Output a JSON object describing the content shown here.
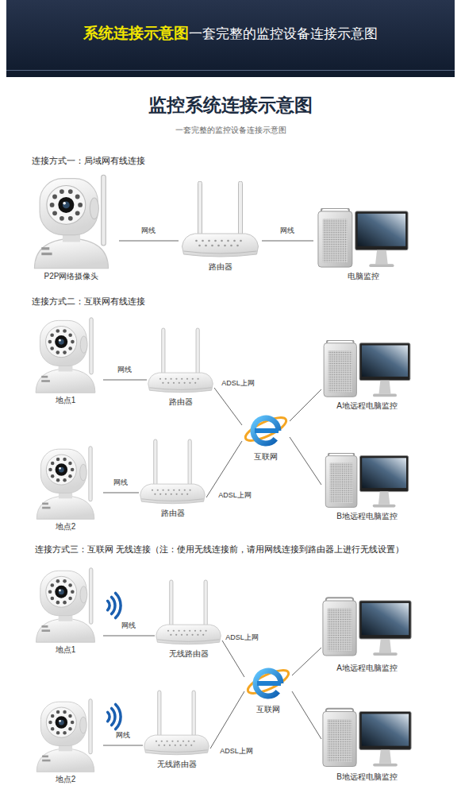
{
  "diagram": {
    "title": "监控系统连接示意图",
    "nodes": [
      {
        "text": [
          "P2P网络摄像头"
        ]
      },
      {
        "text": [
          "路由器"
        ]
      },
      {
        "text": [
          "电脑监控"
        ]
      },
      {
        "text": [
          "地点1"
        ]
      },
      {
        "text": [
          "路由器"
        ]
      },
      {
        "text": [
          "A地远程电脑监控"
        ]
      },
      {
        "text": [
          "互联网"
        ]
      },
      {
        "text": [
          "地点2"
        ]
      },
      {
        "text": [
          "路由器"
        ]
      },
      {
        "text": [
          "B地远程电脑监控"
        ]
      },
      {
        "text": [
          "地点1"
        ]
      },
      {
        "text": [
          "无线路由器"
        ]
      },
      {
        "text": [
          "A地远程电脑监控"
        ]
      },
      {
        "text": [
          "互联网"
        ]
      },
      {
        "text": [
          "地点2"
        ]
      },
      {
        "text": [
          "无线路由器"
        ]
      },
      {
        "text": [
          "B地远程电脑监控"
        ]
      }
    ],
    "edges": [
      {
        "from": 0,
        "to": 1,
        "label": "网线",
        "arrow": "none"
      },
      {
        "from": 1,
        "to": 2,
        "label": "网线",
        "arrow": "none"
      },
      {
        "from": 3,
        "to": 4,
        "label": "网线",
        "arrow": "none"
      },
      {
        "from": 4,
        "to": 6,
        "label": "ADSL上网",
        "arrow": "none"
      },
      {
        "from": 6,
        "to": 5,
        "arrow": "none"
      },
      {
        "from": 6,
        "to": 9,
        "arrow": "none"
      },
      {
        "from": 7,
        "to": 8,
        "label": "网线",
        "arrow": "none"
      },
      {
        "from": 8,
        "to": 6,
        "label": "ADSL上网",
        "arrow": "none"
      },
      {
        "from": 10,
        "to": 11,
        "label": "网线",
        "arrow": "none"
      },
      {
        "from": 11,
        "to": 13,
        "label": "ADSL上网",
        "arrow": "none"
      },
      {
        "from": 13,
        "to": 12,
        "arrow": "none"
      },
      {
        "from": 13,
        "to": 16,
        "arrow": "none"
      },
      {
        "from": 14,
        "to": 15,
        "label": "网线",
        "arrow": "none"
      },
      {
        "from": 15,
        "to": 13,
        "label": "ADSL上网",
        "arrow": "none"
      }
    ],
    "labels": [
      "系统连接示意图",
      "一套完整的监控设备连接示意图",
      "一套完整的监控设备连接示意图",
      "连接方式一：局域网有线连接",
      "连接方式二：互联网有线连接",
      "连接方式三：互联网 无线连接（注：使用无线连接前，请用网线连接到路由器上进行无线设置）"
    ]
  }
}
